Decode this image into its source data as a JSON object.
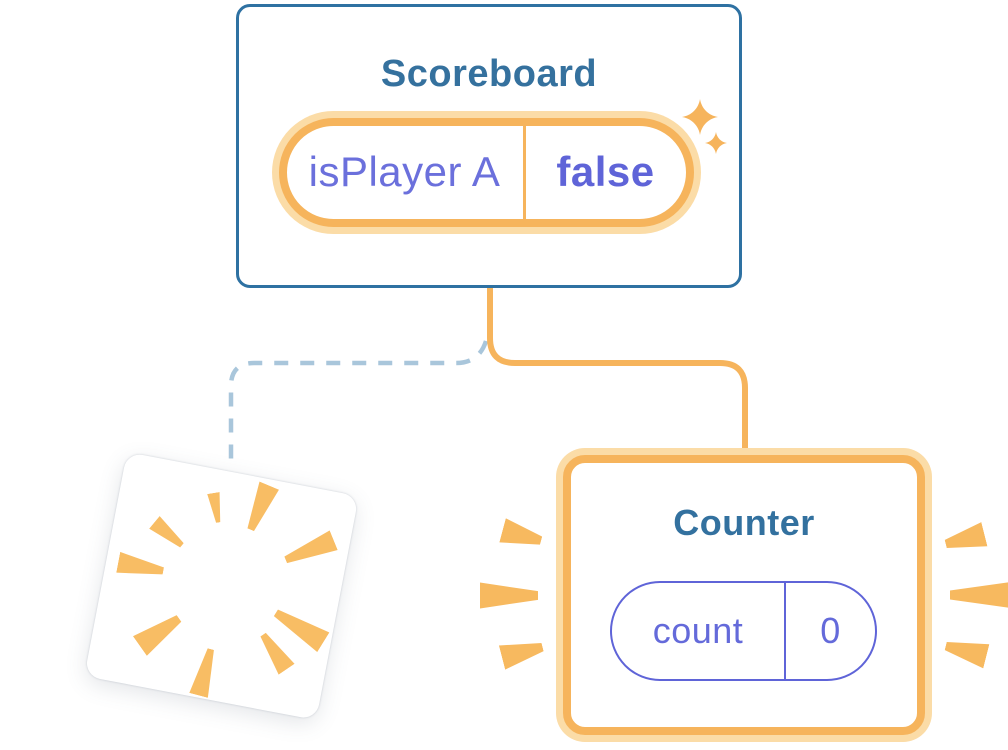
{
  "diagram": {
    "scoreboard": {
      "title": "Scoreboard",
      "state_key": "isPlayer A",
      "state_value": "false"
    },
    "counter": {
      "title": "Counter",
      "state_key": "count",
      "state_value": "0"
    },
    "destroyed_component": {
      "description": "unmounted component card with burst marks"
    },
    "connections": [
      {
        "from": "Scoreboard",
        "to": "Counter",
        "style": "solid"
      },
      {
        "from": "Scoreboard",
        "to": "destroyed component",
        "style": "dashed"
      }
    ],
    "icons": [
      "sparkles-icon",
      "burst-icon",
      "emphasis-rays-icon"
    ],
    "colors": {
      "accent_orange": "#F6B45C",
      "orange_halo": "#FBDCA7",
      "ray_orange": "#F8BD64",
      "card_border_blue": "#2E71A2",
      "title_teal": "#35719E",
      "state_purple": "#6B70DC",
      "state_purple_bold": "#5F64D8",
      "dashed_blue": "#A9C6DB",
      "background": "#FFFFFF"
    }
  }
}
